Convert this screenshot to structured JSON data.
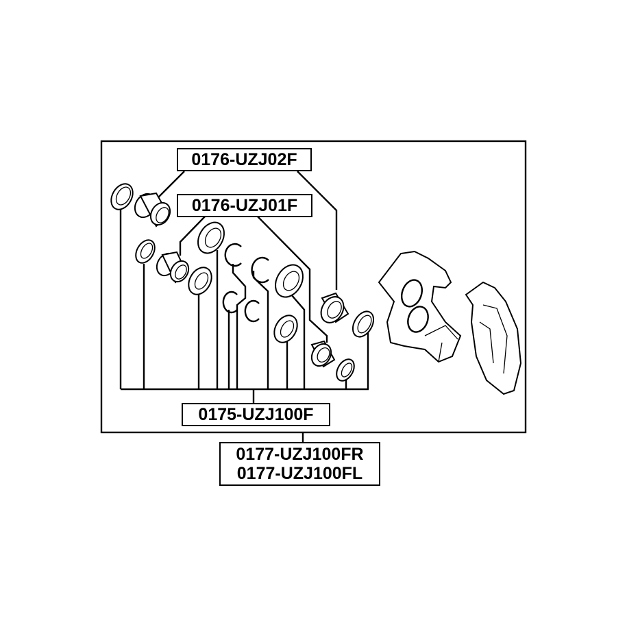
{
  "labels": {
    "seal_kit_2": "0176-UZJ02F",
    "seal_kit_1": "0176-UZJ01F",
    "repair_kit": "0175-UZJ100F",
    "caliper_right": "0177-UZJ100FR",
    "caliper_left": "0177-UZJ100FL"
  }
}
